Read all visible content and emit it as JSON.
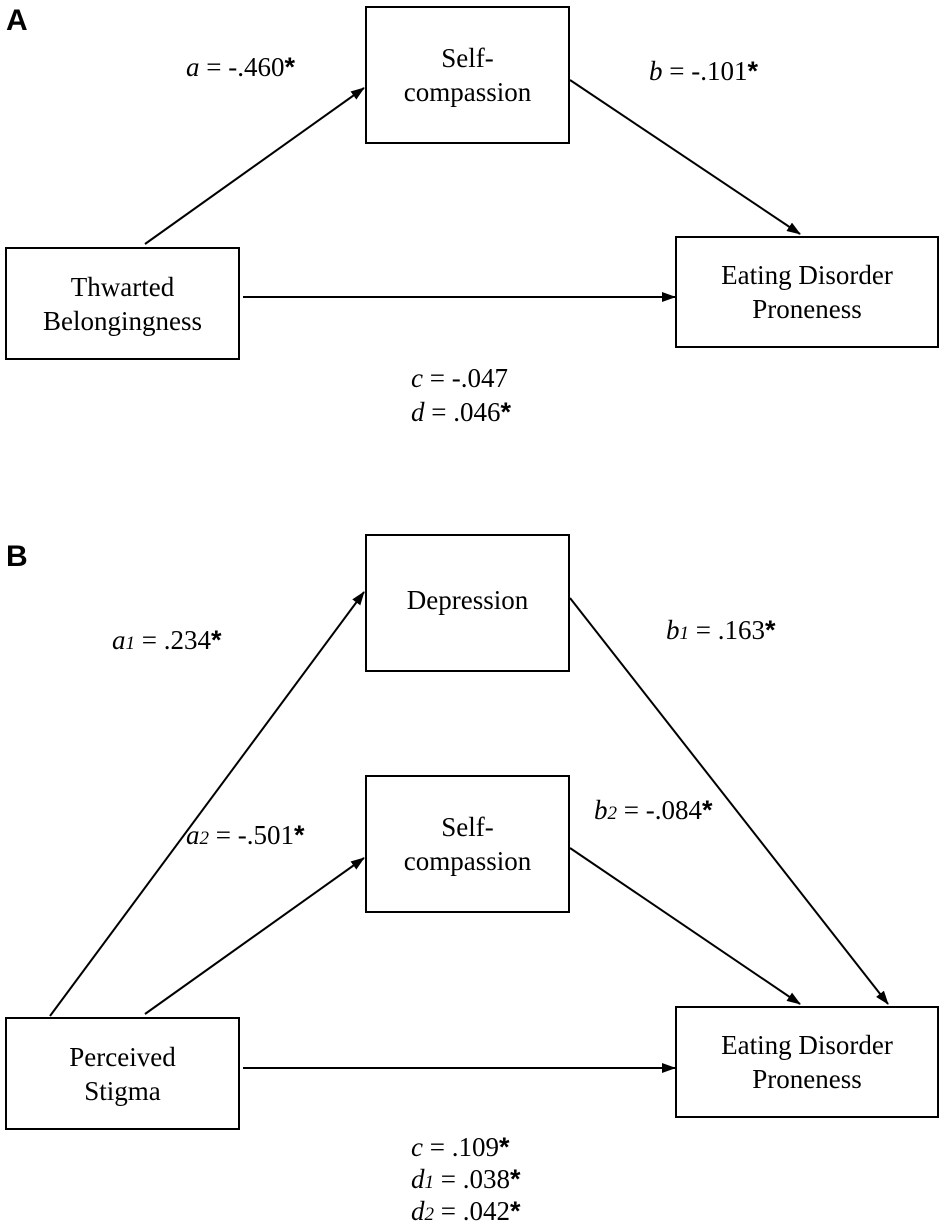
{
  "panel_a": {
    "label": "A",
    "boxes": {
      "self_compassion": [
        "Self-",
        "compassion"
      ],
      "thwarted_belongingness": [
        "Thwarted",
        "Belongingness"
      ],
      "eating_disorder": [
        "Eating Disorder",
        "Proneness"
      ]
    },
    "paths": {
      "a": {
        "symbol": "a",
        "value": " = -.460",
        "star": "*"
      },
      "b": {
        "symbol": "b",
        "value": " = -.101",
        "star": "*"
      },
      "c": {
        "symbol": "c",
        "value": " = -.047",
        "star": ""
      },
      "d": {
        "symbol": "d",
        "value": " = .046",
        "star": "*"
      }
    }
  },
  "panel_b": {
    "label": "B",
    "boxes": {
      "depression": [
        "Depression"
      ],
      "self_compassion": [
        "Self-",
        "compassion"
      ],
      "perceived_stigma": [
        "Perceived",
        "Stigma"
      ],
      "eating_disorder": [
        "Eating Disorder",
        "Proneness"
      ]
    },
    "paths": {
      "a1": {
        "symbol": "a",
        "sub": "1",
        "value": "= .234",
        "star": "*"
      },
      "a2": {
        "symbol": "a",
        "sub": "2",
        "value": "= -.501",
        "star": "*"
      },
      "b1": {
        "symbol": "b",
        "sub": "1",
        "value": "= .163",
        "star": "*"
      },
      "b2": {
        "symbol": "b",
        "sub": "2",
        "value": "= -.084",
        "star": "*"
      },
      "c": {
        "symbol": "c",
        "value": " =  .109",
        "star": "*"
      },
      "d1": {
        "symbol": "d",
        "sub": "1",
        "value": " = .038",
        "star": "*"
      },
      "d2": {
        "symbol": "d",
        "sub": "2",
        "value": " = .042",
        "star": "*"
      }
    }
  }
}
